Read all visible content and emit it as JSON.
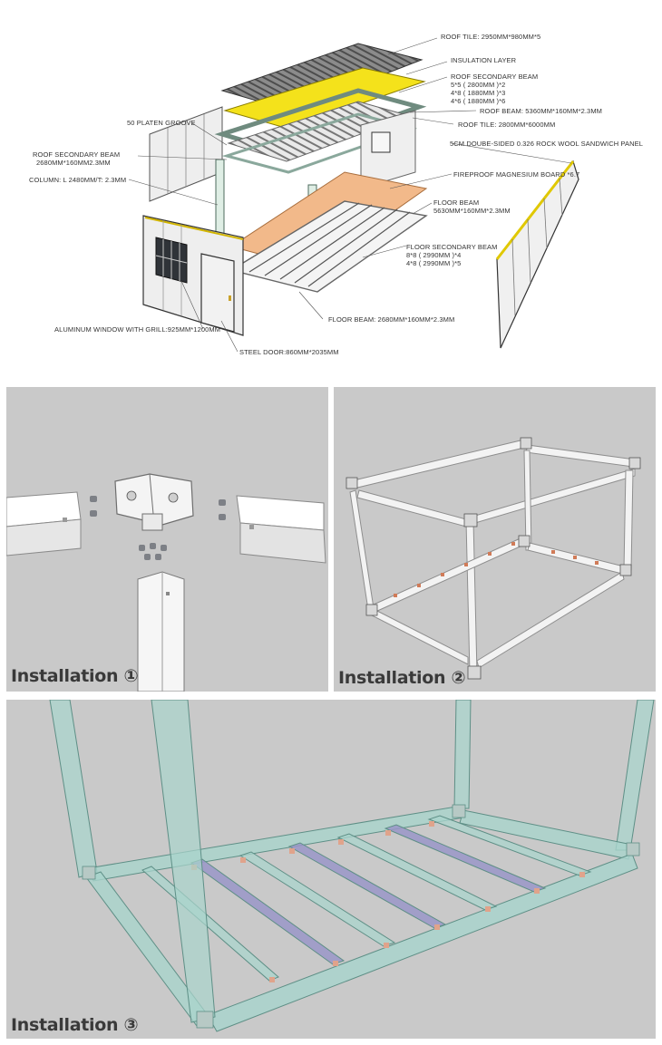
{
  "diagram": {
    "labels": {
      "roof_tile_top": "ROOF TILE: 2950MM*980MM*5",
      "insulation": "INSULATION LAYER",
      "roof_secondary_beam_right_title": "ROOF SECONDARY BEAM",
      "roof_secondary_beam_right_l1": "5*5 ( 2800MM )*2",
      "roof_secondary_beam_right_l2": "4*8 ( 1880MM )*3",
      "roof_secondary_beam_right_l3": "4*6 ( 1880MM )*6",
      "roof_beam": "ROOF BEAM: 5360MM*160MM*2.3MM",
      "roof_tile_2": "ROOF TILE: 2800MM*6000MM",
      "platen_groove": "50 PLATEN GROOVE",
      "sandwich_panel": "5CM DOUBE-SIDED 0.326 ROCK WOOL SANDWICH PANEL",
      "roof_secondary_beam_left_title": "ROOF SECONDARY BEAM",
      "roof_secondary_beam_left_l1": "2680MM*160MM2.3MM",
      "fireproof": "FIREPROOF MAGNESIUM BOARD *6.7",
      "column": "COLUMN: L 2480MM/T: 2.3MM",
      "floor_beam_title": "FLOOR BEAM",
      "floor_beam_l1": "5630MM*160MM*2.3MM",
      "floor_secondary_title": "FLOOR SECONDARY BEAM",
      "floor_secondary_l1": "8*8 ( 2990MM )*4",
      "floor_secondary_l2": "4*8 ( 2990MM )*5",
      "floor_beam_bottom": "FLOOR BEAM: 2680MM*160MM*2.3MM",
      "window": "ALUMINUM WINDOW WITH GRILL:925MM*1200MM",
      "door": "STEEL DOOR:860MM*2035MM"
    }
  },
  "installation": {
    "step1": "Installation ①",
    "step2": "Installation ②",
    "step3": "Installation ③"
  },
  "colors": {
    "panel_bg": "#c9c9c9",
    "insulation": "#f4e21b",
    "fireproof_board": "#f2b98a",
    "frame_glass": "#9fd0c8",
    "secondary_beam": "#9a96c8",
    "caption": "#3a3a3a"
  }
}
